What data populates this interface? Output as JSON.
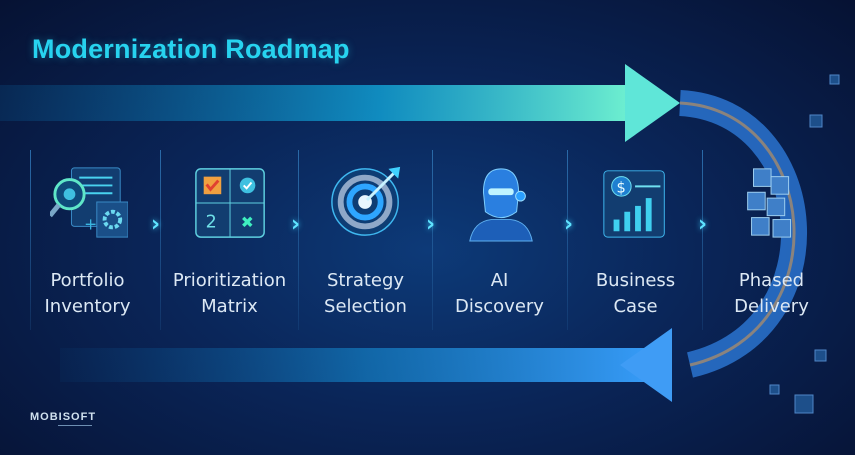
{
  "title": "Modernization Roadmap",
  "steps": [
    {
      "line1": "Portfolio",
      "line2": "Inventory",
      "icon": "document-magnifier-gear-icon"
    },
    {
      "line1": "Prioritization",
      "line2": "Matrix",
      "icon": "matrix-grid-icon",
      "matrix_number": "2"
    },
    {
      "line1": "Strategy",
      "line2": "Selection",
      "icon": "target-arrow-icon"
    },
    {
      "line1": "AI",
      "line2": "Discovery",
      "icon": "robot-head-icon"
    },
    {
      "line1": "Business",
      "line2": "Case",
      "icon": "dollar-chart-icon"
    },
    {
      "line1": "Phased",
      "line2": "Delivery",
      "icon": "stacked-blocks-icon"
    }
  ],
  "logo": "MOBISOFT",
  "colors": {
    "accent": "#27d3ef",
    "arrow": "#1fb6e0",
    "background": "#0a2558"
  }
}
